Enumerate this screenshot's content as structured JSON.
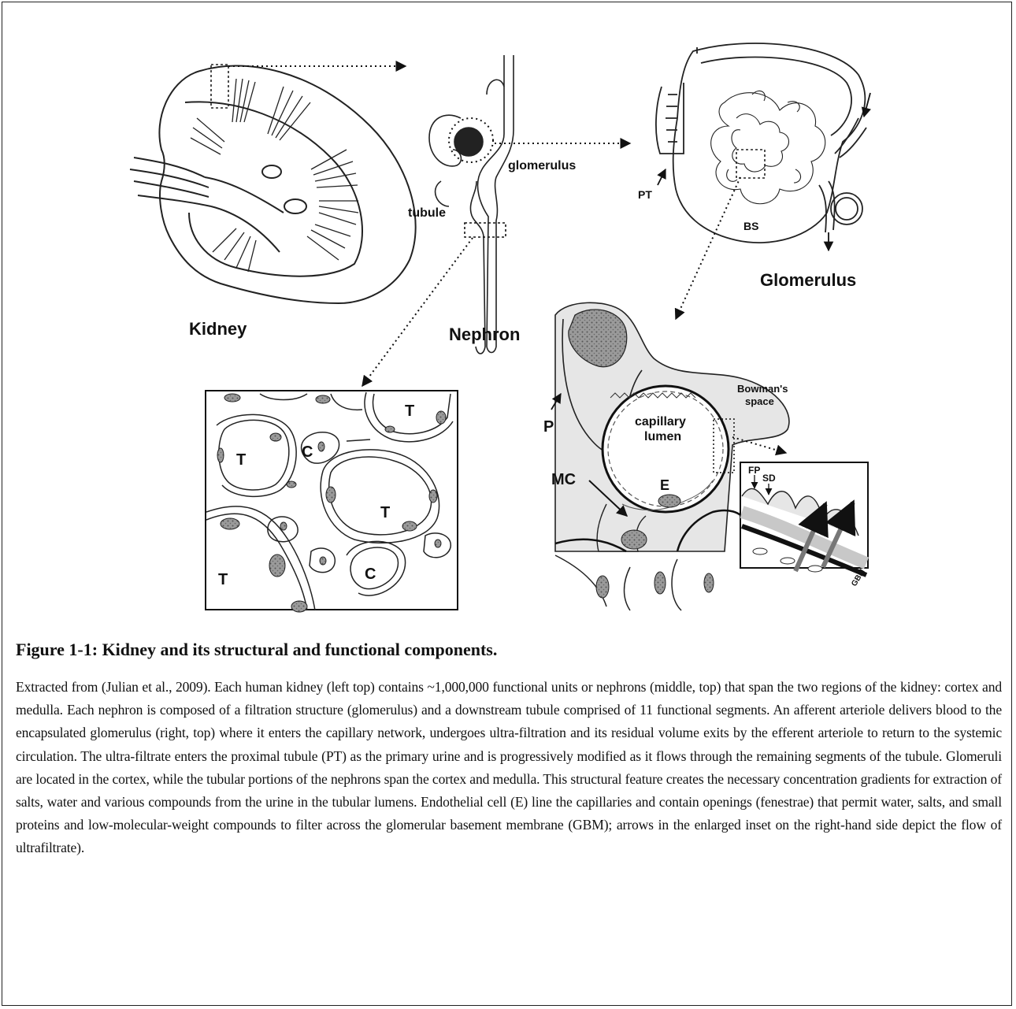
{
  "figure": {
    "labels": {
      "kidney": "Kidney",
      "nephron": "Nephron",
      "glomerulus_small": "glomerulus",
      "tubule": "tubule",
      "glomerulus_title": "Glomerulus",
      "pt": "PT",
      "bs": "BS",
      "bowmans_space_line1": "Bowman's",
      "bowmans_space_line2": "space",
      "capillary_lumen_line1": "capillary",
      "capillary_lumen_line2": "lumen",
      "p": "P",
      "mc": "MC",
      "e": "E",
      "fp": "FP",
      "sd": "SD",
      "gbm": "GBM",
      "t": "T",
      "c": "C"
    }
  },
  "caption": {
    "title": "Figure 1-1: Kidney and its structural and functional components.",
    "body": "Extracted from (Julian et al., 2009). Each human kidney (left top) contains ~1,000,000 functional units or nephrons (middle, top) that span the two regions of the kidney: cortex and medulla. Each nephron is composed of a filtration structure (glomerulus) and a downstream tubule comprised of 11 functional segments. An afferent arteriole delivers blood to the encapsulated glomerulus (right, top) where it enters the capillary network, undergoes ultra-filtration and its residual volume exits by the efferent arteriole to return to the systemic circulation. The ultra-filtrate enters the proximal tubule (PT) as the primary urine and is progressively modified as it flows through the remaining segments of the tubule. Glomeruli are located in the cortex, while the tubular portions of the nephrons span the cortex and medulla. This structural feature creates the necessary concentration gradients for extraction of salts, water and various compounds from the urine in the tubular lumens. Endothelial cell (E) line the capillaries and contain openings (fenestrae) that permit water, salts, and small proteins and low-molecular-weight compounds to filter across the glomerular basement membrane (GBM); arrows in the enlarged inset on the right-hand side depict the flow of ultrafiltrate)."
  }
}
